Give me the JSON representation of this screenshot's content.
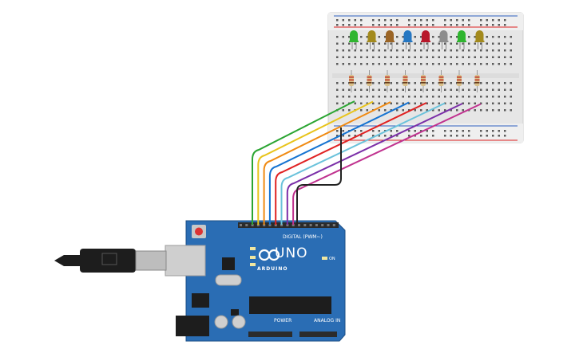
{
  "colors": {
    "background": "#ffffff",
    "breadboard": "#e9e9e9",
    "board": "#2a6db4",
    "wires": [
      "#2ba532",
      "#e8c41c",
      "#f08a12",
      "#1573d1",
      "#e02222",
      "#6ac2db",
      "#7b2fa8",
      "#c0328f"
    ],
    "ground_wire": "#222222"
  },
  "leds": [
    {
      "name": "led-green-1",
      "color": "#2fb52f"
    },
    {
      "name": "led-olive-1",
      "color": "#a38a1d"
    },
    {
      "name": "led-brown",
      "color": "#9b6526"
    },
    {
      "name": "led-blue",
      "color": "#2677c2"
    },
    {
      "name": "led-red",
      "color": "#b8182a"
    },
    {
      "name": "led-gray",
      "color": "#8d8d8d"
    },
    {
      "name": "led-green-2",
      "color": "#2fb52f"
    },
    {
      "name": "led-olive-2",
      "color": "#a38a1d"
    }
  ],
  "board": {
    "logo_text": "ARDUINO",
    "model_text": "UNO",
    "digital_header": "DIGITAL (PWM~)",
    "power_header": "POWER",
    "analog_header": "ANALOG IN",
    "on_label": "ON"
  }
}
